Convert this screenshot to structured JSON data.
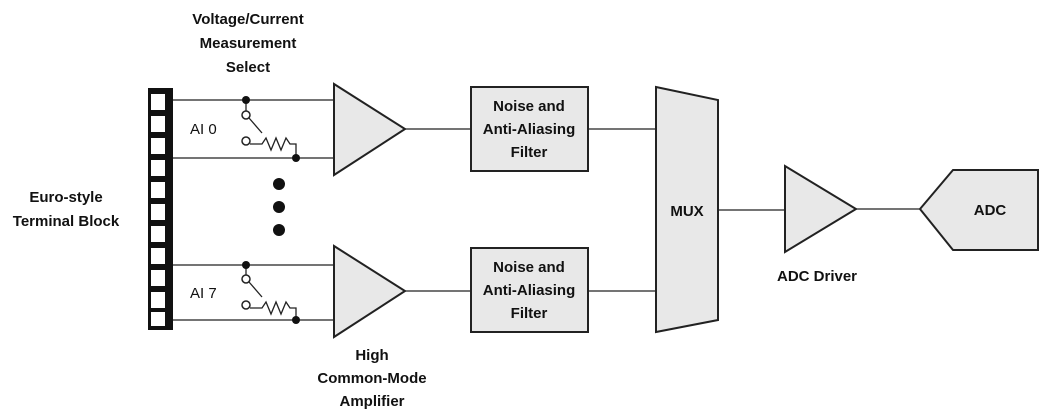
{
  "labels": {
    "select_line1": "Voltage/Current",
    "select_line2": "Measurement",
    "select_line3": "Select",
    "terminal_line1": "Euro-style",
    "terminal_line2": "Terminal Block",
    "ai0": "AI 0",
    "ai7": "AI 7",
    "filter_line1": "Noise and",
    "filter_line2": "Anti-Aliasing",
    "filter_line3": "Filter",
    "mux": "MUX",
    "adc": "ADC",
    "adc_driver": "ADC Driver",
    "amp_line1": "High",
    "amp_line2": "Common-Mode",
    "amp_line3": "Amplifier"
  },
  "colors": {
    "block_fill": "#e8e8e8",
    "stroke": "#222222",
    "terminal_fill": "#111111"
  }
}
